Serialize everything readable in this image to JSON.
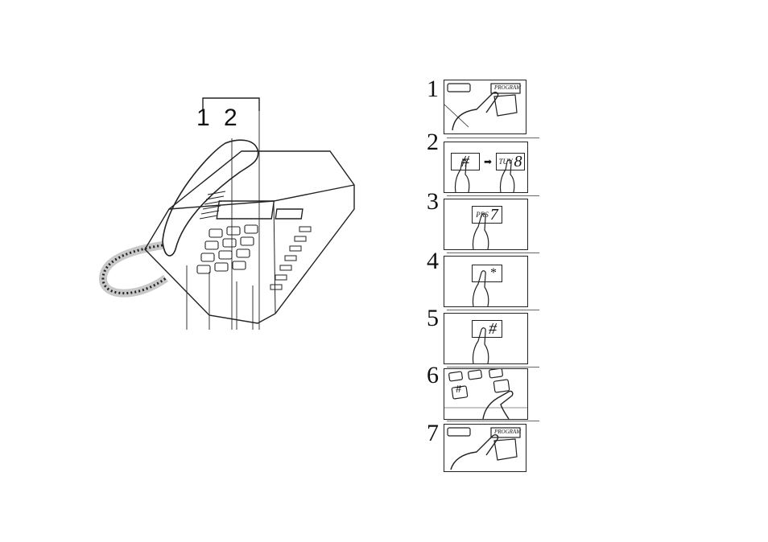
{
  "phone": {
    "callouts": [
      "1",
      "2"
    ]
  },
  "steps": [
    {
      "num": "1",
      "program_label": "PROGRAM"
    },
    {
      "num": "2",
      "key_a": "#",
      "arrow": "➡",
      "key_b_label": "TUV",
      "key_b_sym": "8"
    },
    {
      "num": "3",
      "key_label": "PRS",
      "key_sym": "7"
    },
    {
      "num": "4",
      "key_sym": "*"
    },
    {
      "num": "5",
      "key_sym": "#"
    },
    {
      "num": "6",
      "key_sym": "#"
    },
    {
      "num": "7",
      "program_label": "PROGRAM"
    }
  ]
}
